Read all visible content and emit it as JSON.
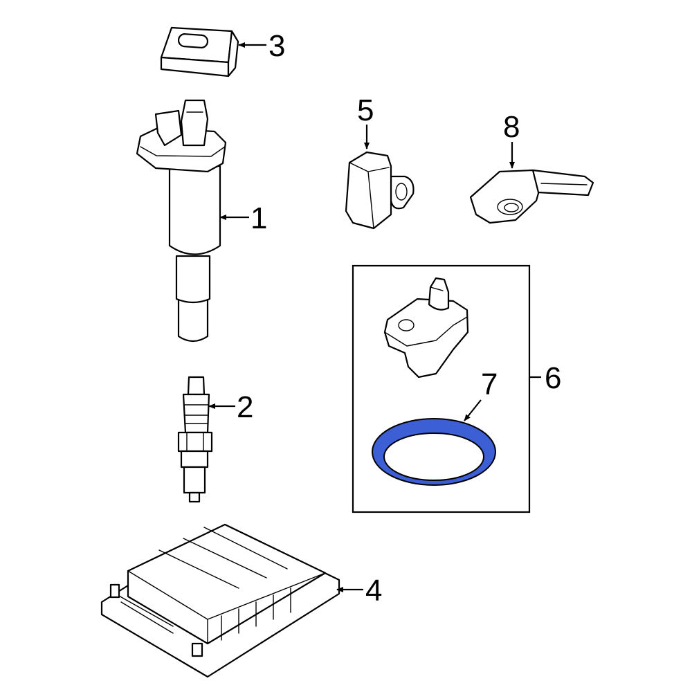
{
  "callouts": {
    "c1": "1",
    "c2": "2",
    "c3": "3",
    "c4": "4",
    "c5": "5",
    "c6": "6",
    "c7": "7",
    "c8": "8"
  },
  "colors": {
    "highlight_fill": "#3d5fd6",
    "highlight_stroke": "#000000",
    "line": "#000000",
    "background": "#ffffff"
  }
}
